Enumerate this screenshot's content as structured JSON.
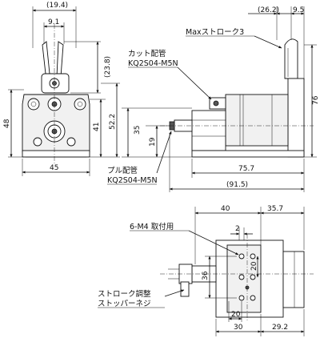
{
  "front_view": {
    "dim_top_paren": "(19.4)",
    "dim_jaw": "9.1",
    "dim_jaw_height_paren": "(23.8)",
    "dim_height_left": "48",
    "dim_height_41": "41",
    "dim_height_52": "52.2",
    "dim_width": "45"
  },
  "side_view": {
    "dim_top_paren": "(26.2)",
    "dim_top_right": "9.5",
    "max_stroke": "Maxストローク3",
    "cut_label": "カット配管",
    "cut_part": "KQ2S04-M5N",
    "pull_label": "プル配管",
    "pull_part": "KQ2S04-M5N",
    "dim_35": "35",
    "dim_19": "19",
    "dim_76": "76",
    "dim_757": "75.7",
    "dim_915": "(91.5)"
  },
  "bottom_view": {
    "dim_40": "40",
    "dim_357": "35.7",
    "mount_label": "6-M4 取付用",
    "dim_2": "2",
    "dim_36": "36",
    "dim_20v": "20",
    "dim_20h": "20",
    "dim_30": "30",
    "dim_292": "29.2",
    "stopper_label1": "ストローク調整",
    "stopper_label2": "ストッパーネジ"
  }
}
